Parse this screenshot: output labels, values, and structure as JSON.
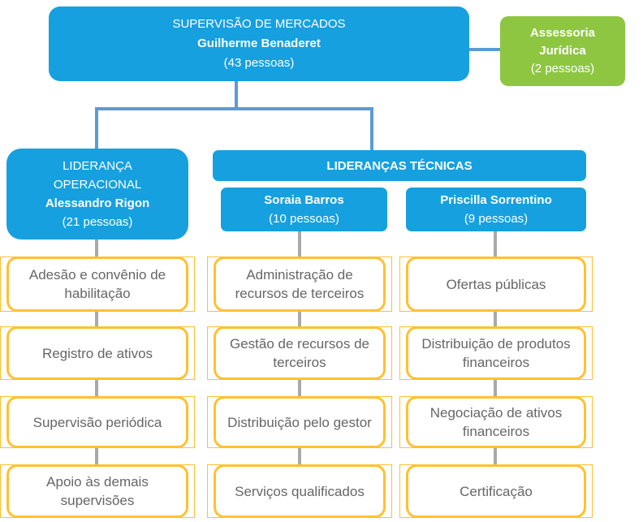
{
  "colors": {
    "box_blue": "#16A0DF",
    "connector_blue": "#5B9BD5",
    "green": "#8EC641",
    "gold": "#FFC12E",
    "task_text": "#666666",
    "gray_line": "#A9A9A9"
  },
  "org": {
    "root": {
      "title": "SUPERVISÃO DE MERCADOS",
      "name": "Guilherme Benaderet",
      "count": "(43 pessoas)"
    },
    "legal": {
      "title": "Assessoria Jurídica",
      "count": "(2 pessoas)"
    },
    "operational": {
      "title": "LIDERANÇA OPERACIONAL",
      "name": "Alessandro Rigon",
      "count": "(21 pessoas)",
      "items": [
        "Adesão e convênio de habilitação",
        "Registro de ativos",
        "Supervisão periódica",
        "Apoio às demais supervisões"
      ]
    },
    "technical": {
      "title": "LIDERANÇAS TÉCNICAS",
      "leads": [
        {
          "name": "Soraia Barros",
          "count": "(10 pessoas)",
          "items": [
            "Administração de recursos de terceiros",
            "Gestão de recursos de terceiros",
            "Distribuição pelo gestor",
            "Serviços qualificados"
          ]
        },
        {
          "name": "Priscilla Sorrentino",
          "count": "(9 pessoas)",
          "items": [
            "Ofertas públicas",
            "Distribuição de produtos financeiros",
            "Negociação de ativos financeiros",
            "Certificação"
          ]
        }
      ]
    }
  }
}
